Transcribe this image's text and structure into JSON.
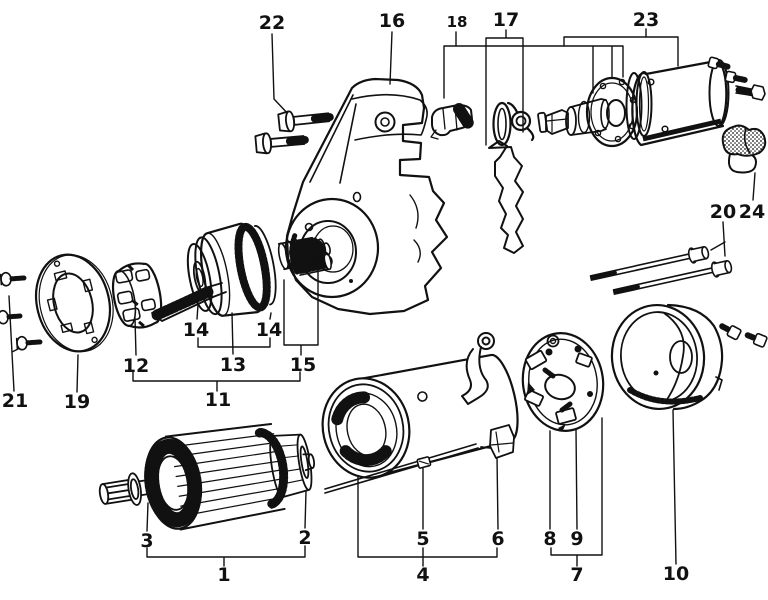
{
  "colors": {
    "ink": "#111111",
    "background": "#ffffff"
  },
  "callouts": [
    {
      "label": "22"
    },
    {
      "label": "16"
    },
    {
      "label": "18"
    },
    {
      "label": "17"
    },
    {
      "label": "23"
    },
    {
      "label": "20"
    },
    {
      "label": "24"
    },
    {
      "label": "21"
    },
    {
      "label": "19"
    },
    {
      "label": "12"
    },
    {
      "label": "14"
    },
    {
      "label": "14"
    },
    {
      "label": "13"
    },
    {
      "label": "15"
    },
    {
      "label": "11"
    },
    {
      "label": "3"
    },
    {
      "label": "2"
    },
    {
      "label": "1"
    },
    {
      "label": "5"
    },
    {
      "label": "6"
    },
    {
      "label": "4"
    },
    {
      "label": "8"
    },
    {
      "label": "9"
    },
    {
      "label": "7"
    },
    {
      "label": "10"
    }
  ]
}
